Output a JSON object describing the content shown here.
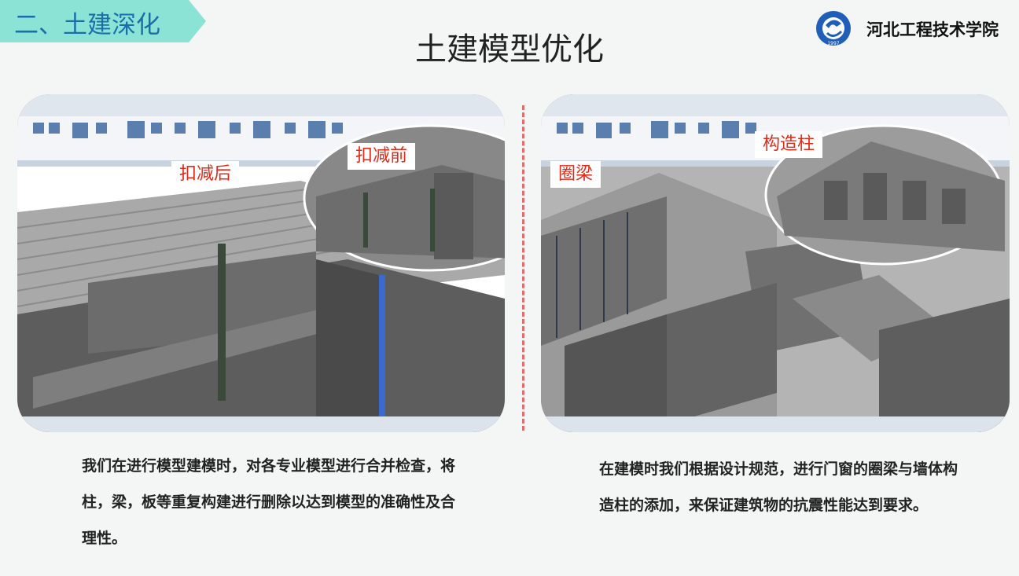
{
  "header": {
    "section_label": "二、土建深化",
    "title": "土建模型优化",
    "school_name": "河北工程技术学院",
    "logo_year": "1997"
  },
  "left_panel": {
    "label_after": "扣减后",
    "label_before": "扣减前",
    "caption": "我们在进行模型建模时，对各专业模型进行合并检查，将柱，梁，板等重复构建进行删除以达到模型的准确性及合理性。"
  },
  "right_panel": {
    "label_beam": "圈梁",
    "label_column": "构造柱",
    "caption": "在建模时我们根据设计规范，进行门窗的圈梁与墙体构造柱的添加，来保证建筑物的抗震性能达到要求。"
  },
  "colors": {
    "tab_bg": "#8be3d6",
    "tab_text": "#1b6fa8",
    "label_text": "#e02a18",
    "divider": "#e46c6c"
  }
}
